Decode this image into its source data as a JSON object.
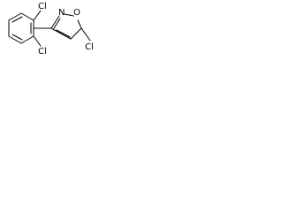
{
  "molecule": {
    "labels": {
      "cl_top": "Cl",
      "cl_bottom": "Cl",
      "cl_right": "Cl",
      "n": "N",
      "o": "O"
    },
    "colors": {
      "bond": "#000000",
      "text": "#000000",
      "background": "#ffffff"
    }
  }
}
